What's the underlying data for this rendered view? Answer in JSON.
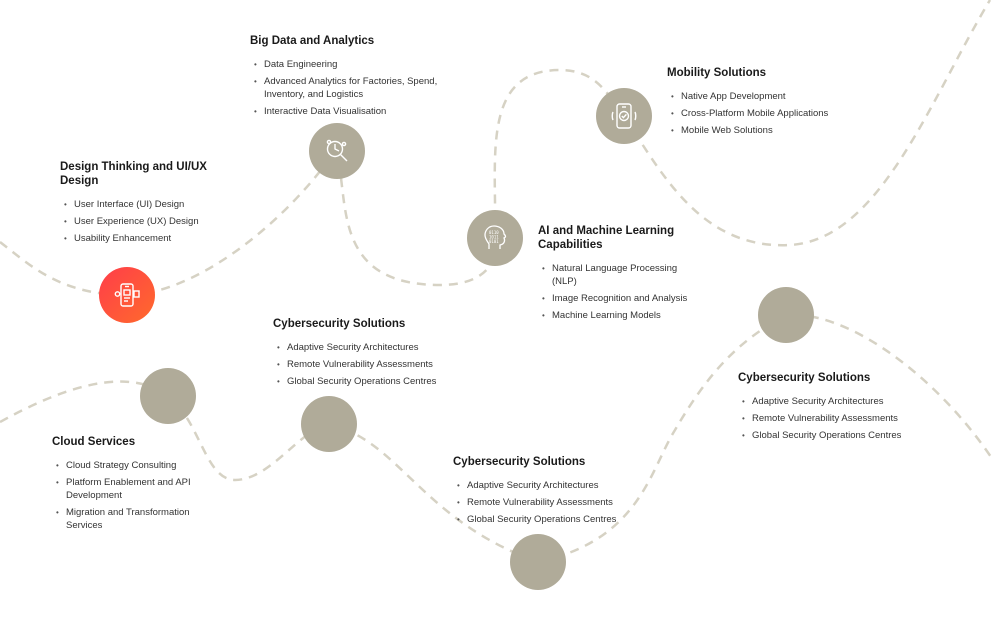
{
  "theme": {
    "node_color": "#b0ab99",
    "active_gradient": [
      "#ff3d4a",
      "#ff6a2c"
    ],
    "path_color": "#d6d2c4"
  },
  "sections": [
    {
      "title": "Design Thinking and UI/UX Design",
      "items": [
        "User Interface (UI) Design",
        "User Experience (UX) Design",
        "Usability Enhancement"
      ]
    },
    {
      "title": "Big Data and Analytics",
      "items": [
        "Data Engineering",
        "Advanced Analytics for Factories, Spend, Inventory, and Logistics",
        "Interactive Data Visualisation"
      ]
    },
    {
      "title": "AI and Machine Learning Capabilities",
      "items": [
        "Natural Language Processing (NLP)",
        "Image Recognition and Analysis",
        "Machine Learning Models"
      ]
    },
    {
      "title": "Mobility Solutions",
      "items": [
        "Native App Development",
        "Cross-Platform Mobile Applications",
        "Mobile Web Solutions"
      ]
    },
    {
      "title": "Cybersecurity Solutions",
      "items": [
        "Adaptive Security Architectures",
        "Remote Vulnerability Assessments",
        "Global Security Operations Centres"
      ]
    },
    {
      "title": "Cloud Services",
      "items": [
        "Cloud Strategy Consulting",
        "Platform Enablement and API Development",
        "Migration and Transformation Services"
      ]
    },
    {
      "title": "Cybersecurity Solutions",
      "items": [
        "Adaptive Security Architectures",
        "Remote Vulnerability Assessments",
        "Global Security Operations Centres"
      ]
    },
    {
      "title": "Cybersecurity Solutions",
      "items": [
        "Adaptive Security Architectures",
        "Remote Vulnerability Assessments",
        "Global Security Operations Centres"
      ]
    }
  ]
}
